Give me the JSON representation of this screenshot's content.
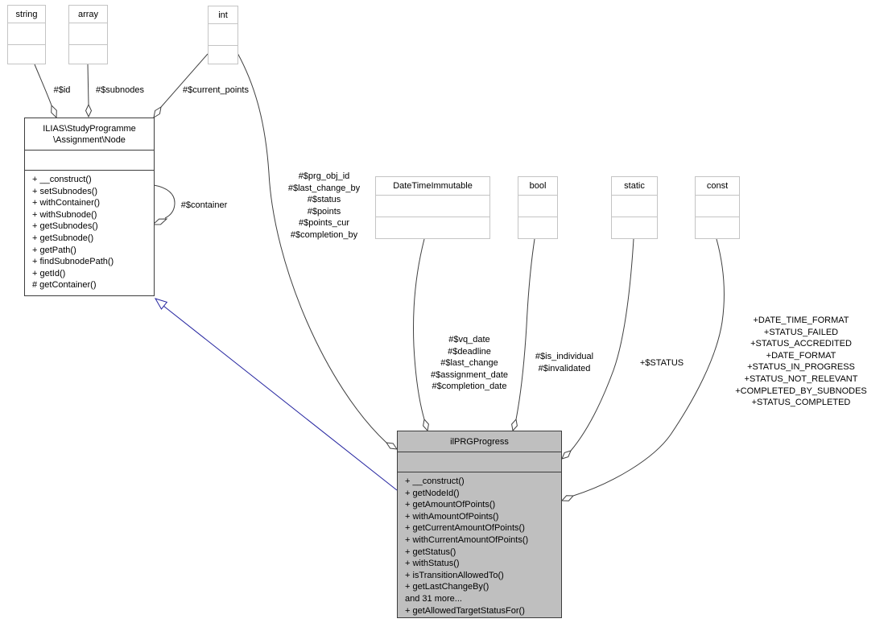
{
  "diagram": {
    "kind": "uml-collaboration-diagram",
    "colors": {
      "highlight_class_fill": "#bfbfbf",
      "type_box_border": "#c4c4c4",
      "class_box_border": "#3d3d3d",
      "edge_stroke": "#404040",
      "inheritance_stroke": "#2525a0",
      "background": "#ffffff"
    },
    "type_boxes": {
      "string": {
        "label": "string"
      },
      "array": {
        "label": "array"
      },
      "int": {
        "label": "int"
      },
      "datetime": {
        "label": "DateTimeImmutable"
      },
      "bool": {
        "label": "bool"
      },
      "static": {
        "label": "static"
      },
      "const": {
        "label": "const"
      }
    },
    "node_class": {
      "title_line1": "ILIAS\\StudyProgramme",
      "title_line2": "\\Assignment\\Node",
      "methods": [
        "+ __construct()",
        "+ setSubnodes()",
        "+ withContainer()",
        "+ withSubnode()",
        "+ getSubnodes()",
        "+ getSubnode()",
        "+ getPath()",
        "+ findSubnodePath()",
        "+ getId()",
        "# getContainer()"
      ]
    },
    "progress_class": {
      "title": "ilPRGProgress",
      "methods": [
        "+ __construct()",
        "+ getNodeId()",
        "+ getAmountOfPoints()",
        "+ withAmountOfPoints()",
        "+ getCurrentAmountOfPoints()",
        "+ withCurrentAmountOfPoints()",
        "+ getStatus()",
        "+ withStatus()",
        "+ isTransitionAllowedTo()",
        "+ getLastChangeBy()",
        "and 31 more...",
        "+ getAllowedTargetStatusFor()"
      ]
    },
    "edge_labels": {
      "id": "#$id",
      "subnodes": "#$subnodes",
      "current_points": "#$current_points",
      "container": "#$container",
      "status": "+$STATUS",
      "int_fields": [
        "#$prg_obj_id",
        "#$last_change_by",
        "#$status",
        "#$points",
        "#$points_cur",
        "#$completion_by"
      ],
      "date_fields": [
        "#$vq_date",
        "#$deadline",
        "#$last_change",
        "#$assignment_date",
        "#$completion_date"
      ],
      "bool_fields": [
        "#$is_individual",
        "#$invalidated"
      ],
      "const_fields": [
        "+DATE_TIME_FORMAT",
        "+STATUS_FAILED",
        "+STATUS_ACCREDITED",
        "+DATE_FORMAT",
        "+STATUS_IN_PROGRESS",
        "+STATUS_NOT_RELEVANT",
        "+COMPLETED_BY_SUBNODES",
        "+STATUS_COMPLETED"
      ]
    }
  }
}
